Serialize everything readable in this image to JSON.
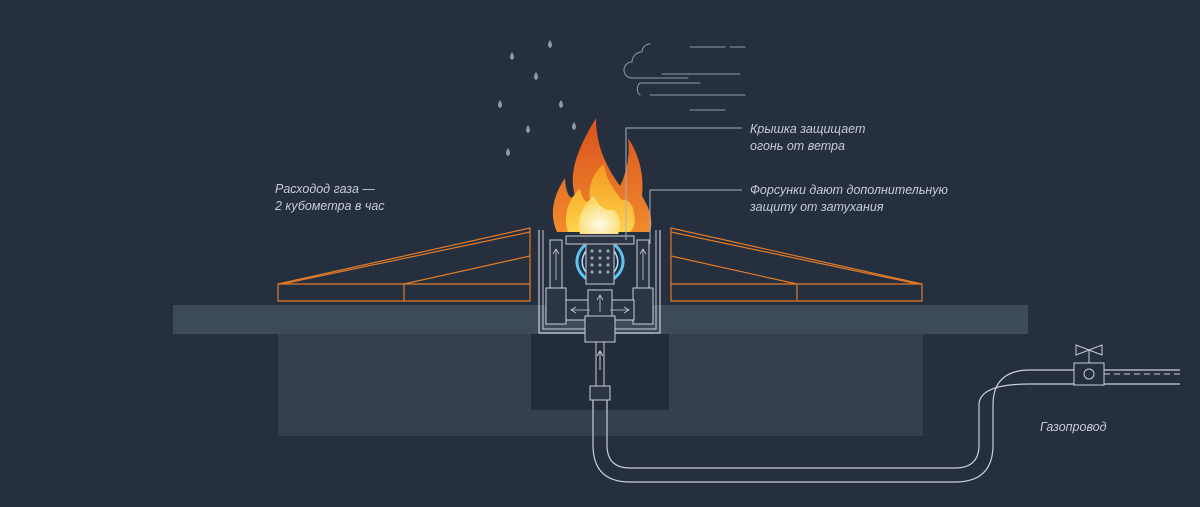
{
  "annotations": {
    "gas_flow": {
      "line1": "Расходод газа —",
      "line2": "2 кубометра в час"
    },
    "cover": {
      "line1": "Крышка защищает",
      "line2": "огонь от ветра"
    },
    "nozzles": {
      "line1": "Форсунки дают дополнительную",
      "line2": "защиту от затухания"
    },
    "pipeline": "Газопровод"
  },
  "colors": {
    "background": "#252f3e",
    "slab": "#3c4959",
    "foundation": "#36414f",
    "line": "#c9ced8",
    "bench_outline": "#e07b2a",
    "flame_outer": "#e8652c",
    "flame_mid": "#f6a623",
    "flame_inner": "#fbe7a0",
    "blue_flame": "#5cc3f0"
  },
  "icons": {
    "rain": "raindrop-icon",
    "wind": "wind-icon",
    "valve": "valve-icon"
  }
}
